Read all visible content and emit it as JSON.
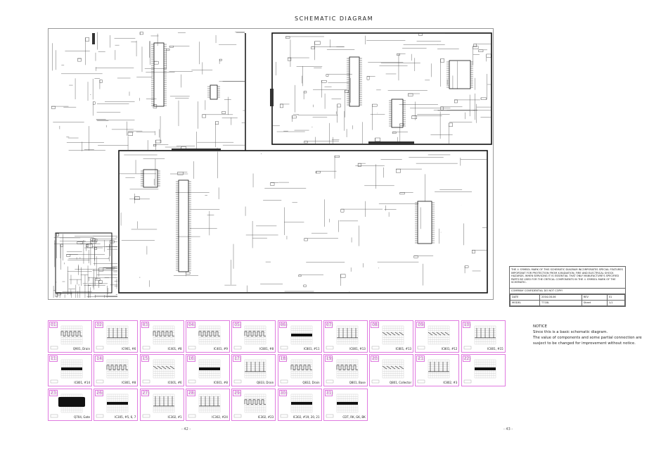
{
  "title": "SCHEMATIC DIAGRAM",
  "title_block": {
    "note": "THE ⚠ SYMBOL MARK OF THIS SCHEMATIC DIAGRAM INCORPORATES SPECIAL FEATURES IMPORTANT FOR PROTECTION FROM X-RADIATION, FIRE AND ELECTRICAL SHOCK HAZARDS. WHEN SERVICING IT IS ESSENTIAL THAT ONLY MANUFACTURE'S SPECIFIED PARTS BE USED FOR THE CRITICAL COMPONENTS IN THE ⚠ SYMBOL MARK OF THE SCHEMATIC.",
    "confidential": "COMPANY CONFIDENTIAL DO NOT COPY!",
    "date_label": "DATE",
    "date": "2004.08.06",
    "rev_label": "REV",
    "rev": "01",
    "model_label": "MODEL",
    "model": "T718L",
    "sheet_label": "Sheet",
    "sheet": "1/1"
  },
  "waveforms": [
    {
      "num": "01",
      "label": "Q901, Drain",
      "wave": "pulse"
    },
    {
      "num": "02",
      "label": "IC901, #6",
      "wave": "spike"
    },
    {
      "num": "03",
      "label": "IC401, #8",
      "wave": "pulse"
    },
    {
      "num": "04",
      "label": "IC401, #9",
      "wave": "pulse"
    },
    {
      "num": "05",
      "label": "IC801, #8",
      "wave": "pulse"
    },
    {
      "num": "06",
      "label": "IC801, #11",
      "wave": "band"
    },
    {
      "num": "07",
      "label": "IC801, #13",
      "wave": "spike"
    },
    {
      "num": "08",
      "label": "IC801, #13",
      "wave": "saw"
    },
    {
      "num": "09",
      "label": "IC801, #12",
      "wave": "saw"
    },
    {
      "num": "10",
      "label": "IC801, #15",
      "wave": "spike"
    },
    {
      "num": "11",
      "label": "IC801, #14",
      "wave": "band"
    },
    {
      "num": "14",
      "label": "IC801, #8",
      "wave": "pulse"
    },
    {
      "num": "15",
      "label": "IC601, #6",
      "wave": "saw"
    },
    {
      "num": "16",
      "label": "IC601, #8",
      "wave": "band"
    },
    {
      "num": "17",
      "label": "Q833, Drain",
      "wave": "spike"
    },
    {
      "num": "18",
      "label": "Q832, Drain",
      "wave": "pulse"
    },
    {
      "num": "19",
      "label": "Q801, Base",
      "wave": "pulse"
    },
    {
      "num": "20",
      "label": "Q801, Collector",
      "wave": "saw"
    },
    {
      "num": "21",
      "label": "IC802, #3",
      "wave": "spike"
    },
    {
      "num": "22",
      "label": "",
      "wave": "band"
    },
    {
      "num": "23",
      "label": "Q704, Gate",
      "wave": "bigband"
    },
    {
      "num": "26",
      "label": "IC305, #5, 6, 7",
      "wave": "band"
    },
    {
      "num": "27",
      "label": "IC302, #1",
      "wave": "spike"
    },
    {
      "num": "28",
      "label": "IC302, #24",
      "wave": "spike"
    },
    {
      "num": "29",
      "label": "IC302, #23",
      "wave": "pulse"
    },
    {
      "num": "30",
      "label": "IC302, #19, 20, 21",
      "wave": "band"
    },
    {
      "num": "31",
      "label": "CDT, RK, GK, BK",
      "wave": "band"
    }
  ],
  "notice": {
    "heading": "NOTICE",
    "line1": "Since this is a basic schematic diagram.",
    "line2": "The value of components and some partial connection are",
    "line3": "susject to be changed for improvement without notice."
  },
  "pages": {
    "left": "- 42 -",
    "right": "- 43 -"
  }
}
